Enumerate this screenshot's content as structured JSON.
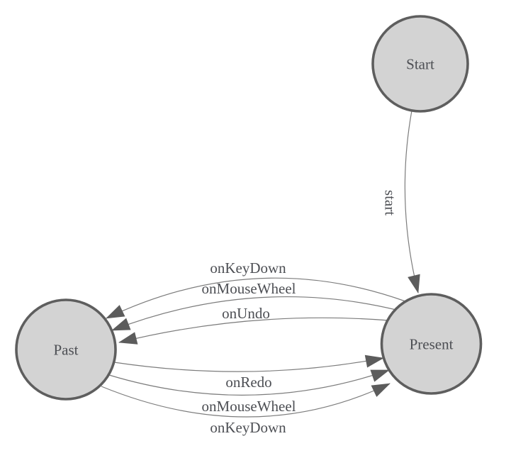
{
  "diagram": {
    "kind": "state-machine",
    "background": "#ffffff",
    "colors": {
      "node_fill": "#d3d3d3",
      "node_border": "#5e5e5e",
      "edge_line": "#7c7c7c",
      "arrowhead": "#5c5c5c",
      "label_text": "#4d4f54"
    },
    "nodes": [
      {
        "id": "start",
        "label": "Start"
      },
      {
        "id": "present",
        "label": "Present"
      },
      {
        "id": "past",
        "label": "Past"
      }
    ],
    "edges": [
      {
        "from": "Start",
        "to": "Present",
        "label": "start"
      },
      {
        "from": "Present",
        "to": "Past",
        "label": "onKeyDown"
      },
      {
        "from": "Present",
        "to": "Past",
        "label": "onMouseWheel"
      },
      {
        "from": "Present",
        "to": "Past",
        "label": "onUndo"
      },
      {
        "from": "Past",
        "to": "Present",
        "label": "onRedo"
      },
      {
        "from": "Past",
        "to": "Present",
        "label": "onMouseWheel"
      },
      {
        "from": "Past",
        "to": "Present",
        "label": "onKeyDown"
      }
    ]
  }
}
